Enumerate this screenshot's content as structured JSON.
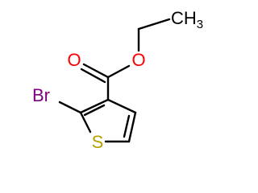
{
  "molecule": {
    "atoms": {
      "O_carbonyl": "O",
      "O_ester": "O",
      "CH3": "CH",
      "CH3_sub": "3",
      "Br": "Br",
      "S": "S"
    },
    "colors": {
      "bond": "#000000",
      "oxygen": "#ff0000",
      "bromine": "#800080",
      "sulfur": "#b5a000",
      "carbon": "#000000"
    }
  }
}
